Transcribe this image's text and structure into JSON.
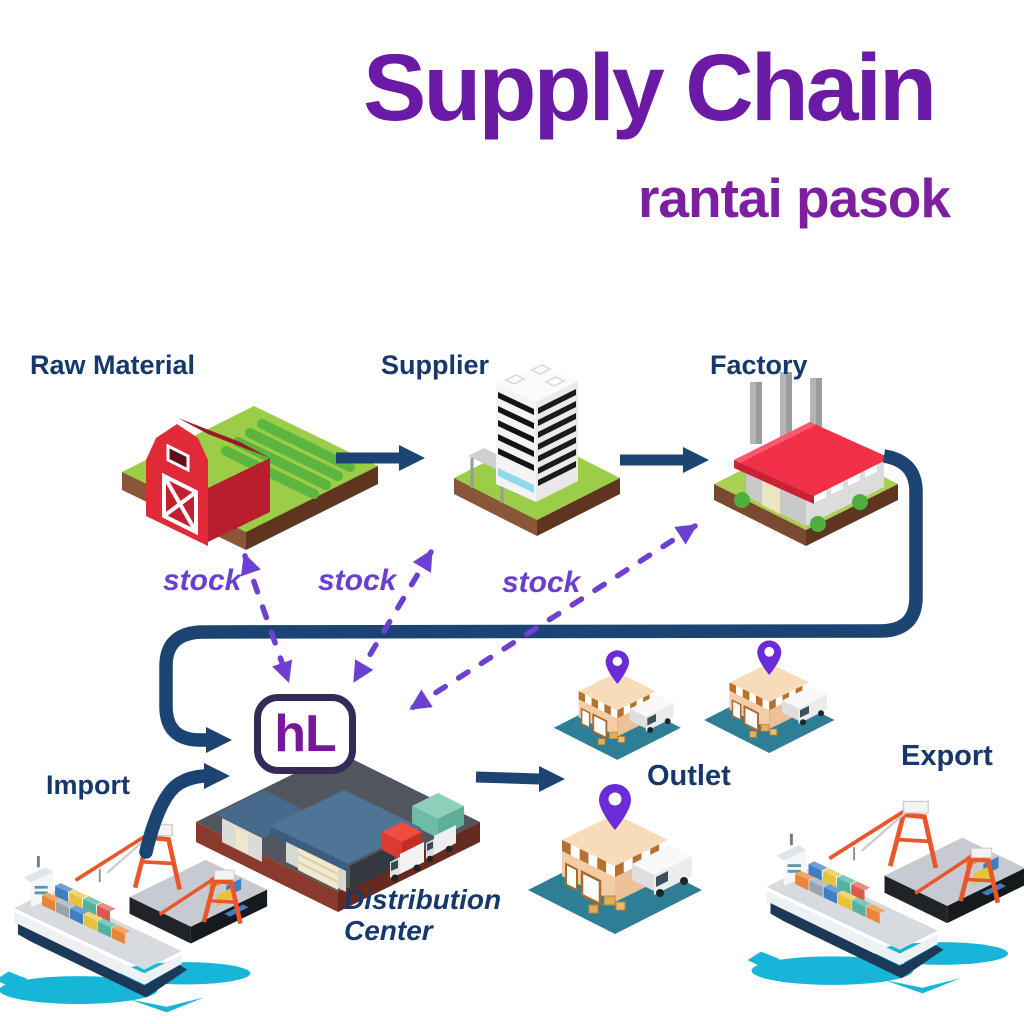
{
  "header": {
    "title": "Supply Chain",
    "subtitle": "rantai pasok"
  },
  "nodes": {
    "raw_material": {
      "label": "Raw Material",
      "icon": "red-barn-with-crop-field"
    },
    "supplier": {
      "label": "Supplier",
      "icon": "office-tower-building"
    },
    "factory": {
      "label": "Factory",
      "icon": "factory-red-roof-chimneys"
    },
    "import": {
      "label": "Import",
      "icon": "container-ship-port-cranes"
    },
    "distribution_center": {
      "label": "Distribution Center",
      "logo": "hL",
      "icon": "warehouse-trucks-containers"
    },
    "outlet": {
      "label": "Outlet",
      "icon": "retail-shops-location-pins"
    },
    "export": {
      "label": "Export",
      "icon": "container-ship-port-cranes"
    }
  },
  "stock_labels": [
    "stock",
    "stock",
    "stock"
  ],
  "edges": [
    {
      "from": "raw_material",
      "to": "supplier",
      "style": "solid"
    },
    {
      "from": "supplier",
      "to": "factory",
      "style": "solid"
    },
    {
      "from": "factory",
      "to": "distribution_center",
      "style": "solid"
    },
    {
      "from": "import",
      "to": "distribution_center",
      "style": "solid"
    },
    {
      "from": "distribution_center",
      "to": "outlet",
      "style": "solid"
    },
    {
      "from": "distribution_center",
      "to": "raw_material",
      "style": "dashed",
      "label": "stock",
      "bidirectional": true
    },
    {
      "from": "distribution_center",
      "to": "supplier",
      "style": "dashed",
      "label": "stock",
      "bidirectional": true
    },
    {
      "from": "distribution_center",
      "to": "factory",
      "style": "dashed",
      "label": "stock",
      "bidirectional": true
    }
  ],
  "colors": {
    "title_purple": "#6b1aa5",
    "subtitle_purple": "#7c1fa0",
    "label_navy": "#16386b",
    "flow_navy": "#1c4472",
    "stock_purple": "#6a3fd0",
    "dashed_purple": "#6e40d2",
    "pin_purple": "#6b2bd6",
    "logo_purple": "#7a159e",
    "background": "#ffffff"
  }
}
